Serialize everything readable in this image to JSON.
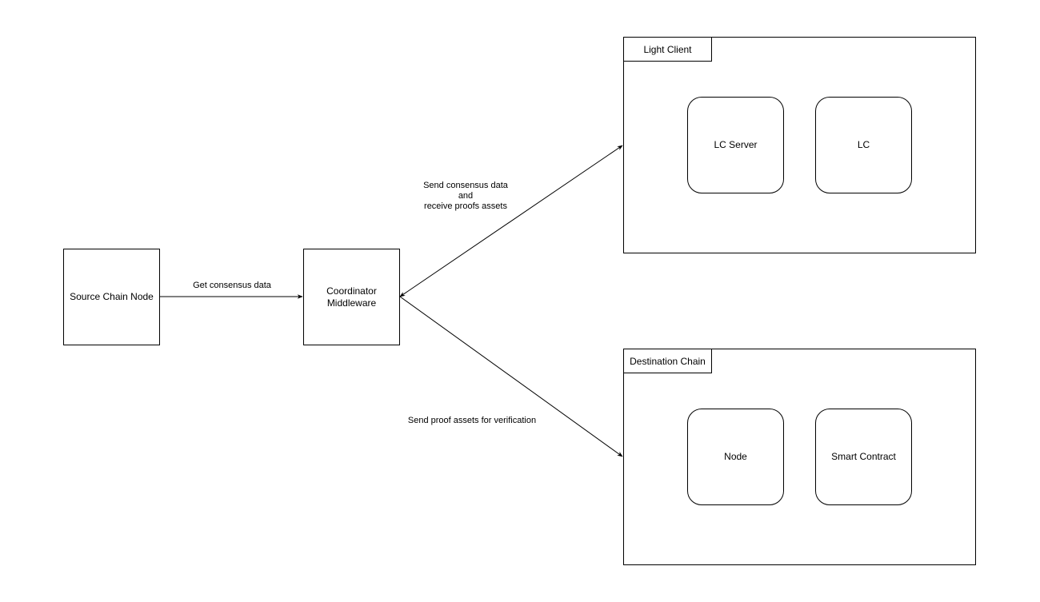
{
  "nodes": {
    "source_chain_node": "Source Chain Node",
    "coordinator": "Coordinator\nMiddleware",
    "lc_server": "LC Server",
    "lc": "LC",
    "dest_node": "Node",
    "smart_contract": "Smart Contract"
  },
  "containers": {
    "light_client": "Light Client",
    "destination_chain": "Destination Chain"
  },
  "edges": {
    "get_consensus": "Get consensus data",
    "send_consensus": "Send consensus data\nand\nreceive proofs assets",
    "send_proof": "Send proof assets for verification"
  },
  "colors": {
    "stroke": "#000000",
    "background": "#ffffff"
  }
}
